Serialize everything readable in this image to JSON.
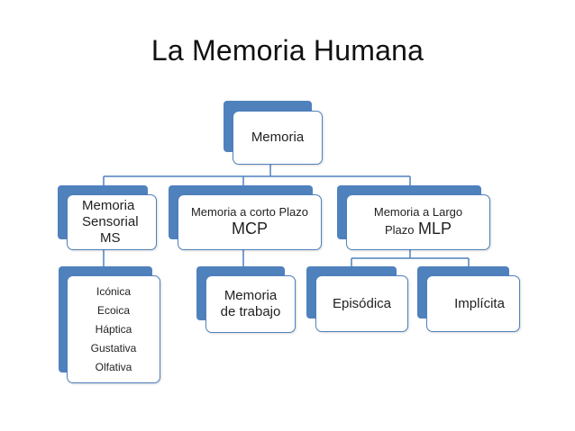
{
  "title": "La Memoria Humana",
  "nodes": {
    "root": {
      "label": "Memoria"
    },
    "ms": {
      "line1": "Memoria",
      "line2": "Sensorial",
      "line3": "MS"
    },
    "mcp": {
      "line1": "Memoria a corto Plazo",
      "line2": "MCP"
    },
    "mlp": {
      "line1": "Memoria a Largo",
      "line2a": "Plazo",
      "line2b": "MLP"
    },
    "ms_types": {
      "items": [
        "Icónica",
        "Ecoica",
        "Háptica",
        "Gustativa",
        "Olfativa"
      ]
    },
    "trabajo": {
      "line1": "Memoria",
      "line2": "de trabajo"
    },
    "episodica": {
      "label": "Episódica"
    },
    "implicita": {
      "label": "Implícita"
    }
  },
  "colors": {
    "accent": "#4f81bd",
    "connector": "#4f81bd"
  }
}
